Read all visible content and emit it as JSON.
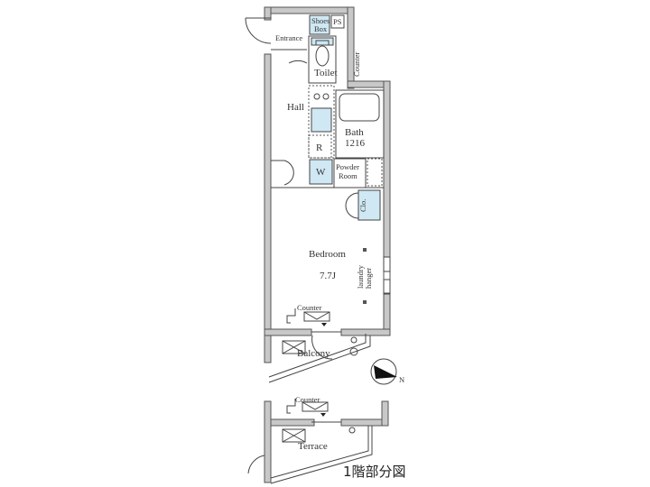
{
  "floor_plan": {
    "rooms": {
      "entrance": "Entrance",
      "shoes_box_1": "Shoes",
      "shoes_box_2": "Box",
      "ps": "PS",
      "counter_top": "Counter",
      "toilet": "Toilet",
      "hall": "Hall",
      "refrigerator": "R",
      "bath": "Bath",
      "bath_size": "1216",
      "washer": "W",
      "powder_room_1": "Powder",
      "powder_room_2": "Room",
      "closet": "Clo.",
      "bedroom": "Bedroom",
      "bedroom_size": "7.7J",
      "laundry_1": "laundry",
      "laundry_2": "hanger",
      "counter_bedroom": "Counter",
      "balcony": "Balcony",
      "counter_terrace": "Counter",
      "terrace": "Terrace"
    },
    "caption": "1階部分図",
    "compass": "N"
  }
}
